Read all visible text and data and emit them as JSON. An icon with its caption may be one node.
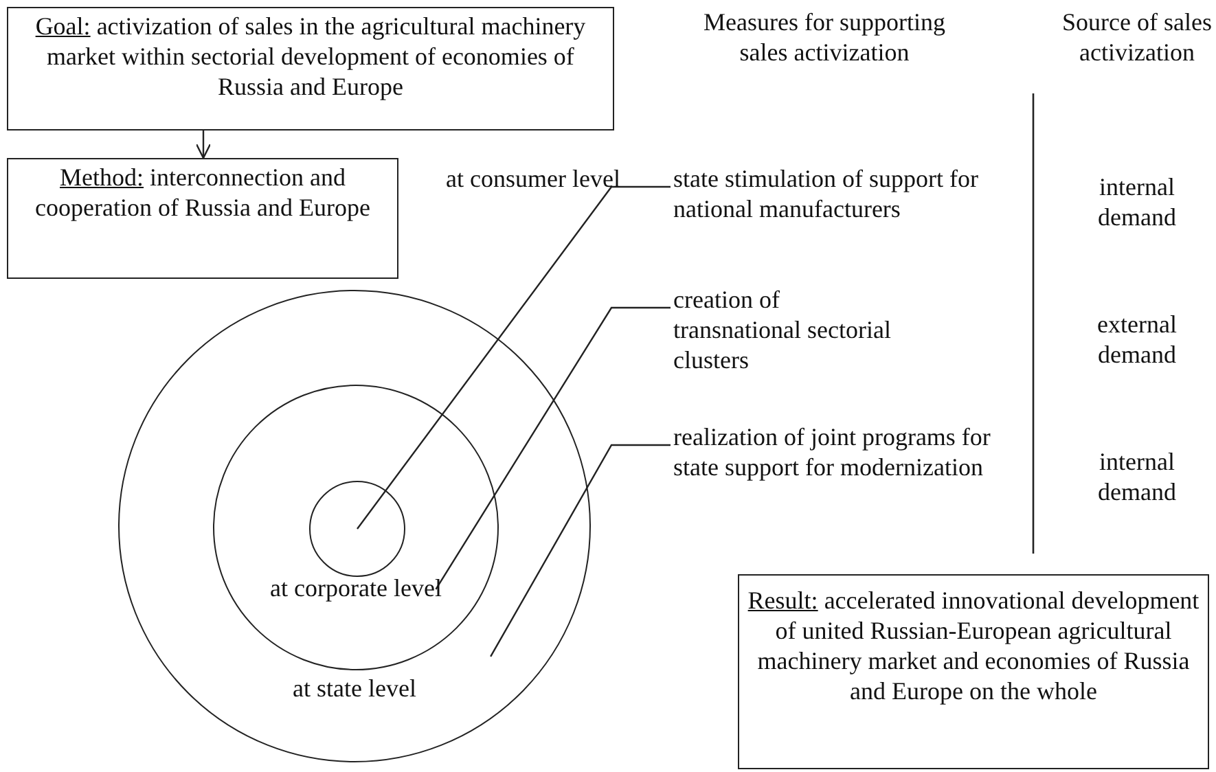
{
  "diagram": {
    "nodes": [
      {
        "text": [
          "Goal:",
          "activization of sales in the agricultural machinery market within sectorial development of economies of Russia and Europe"
        ]
      },
      {
        "text": [
          "Method:",
          "interconnection and cooperation of Russia and Europe"
        ]
      },
      {
        "text": [
          "at state level"
        ]
      },
      {
        "text": [
          "at corporate level"
        ],
        "in": 2
      },
      {
        "text": [],
        "shape": "circle",
        "in": 3
      },
      {
        "text": [
          "state stimulation of support for national manufacturers"
        ]
      },
      {
        "text": [
          "creation of transnational sectorial clusters"
        ]
      },
      {
        "text": [
          "realization of joint programs for state support for modernization"
        ]
      },
      {
        "text": [
          "Result:",
          "accelerated innovational development of united Russian-European agricultural machinery market and economies of Russia and Europe on the whole"
        ]
      }
    ],
    "edges": [
      {
        "from": 0,
        "to": 1,
        "arrow": "to"
      },
      {
        "from": 5,
        "to": 4,
        "arrow": "none"
      },
      {
        "from": 6,
        "to": 3,
        "arrow": "none"
      },
      {
        "from": 7,
        "to": 2,
        "arrow": "none"
      }
    ],
    "labels": [
      "Measures for supporting sales activization",
      "Source of sales activization",
      "at consumer level",
      "internal demand",
      "external demand",
      "internal demand"
    ]
  }
}
